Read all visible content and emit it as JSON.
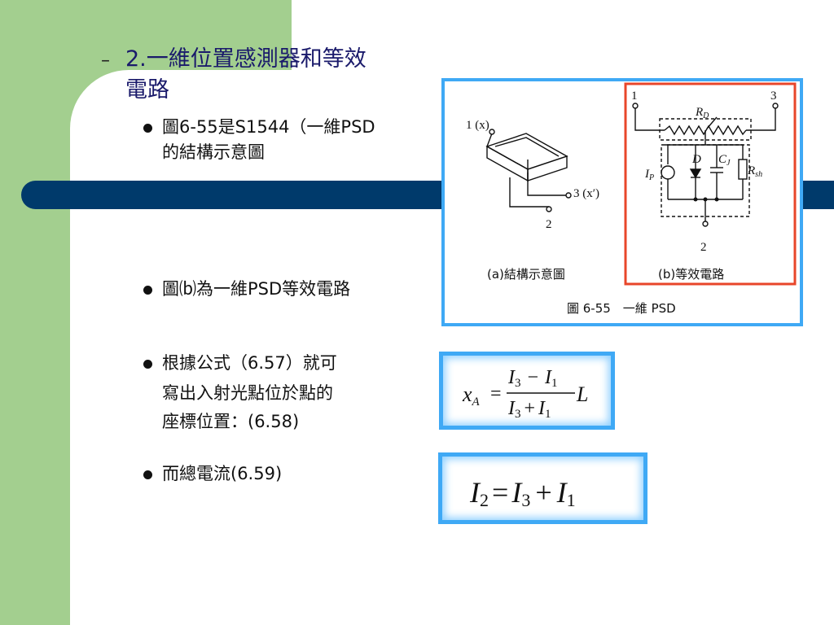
{
  "colors": {
    "green": "#a3cf8f",
    "navy": "#003a6b",
    "heading": "#1a1a6b",
    "frame": "#3fa9f5",
    "red": "#e8462a"
  },
  "heading": {
    "dash": "–",
    "line1": "2.一維位置感測器和等效",
    "line2": "電路"
  },
  "bullets": [
    {
      "line1": "圖6-55是S1544（一維PSD",
      "line2": "的結構示意圖"
    },
    {
      "line1": "圖⒝為一維PSD等效電路"
    },
    {
      "line1": "根據公式（6.57）就可",
      "line2": "寫出入射光點位於點的",
      "line3": "座標位置：(6.58)"
    },
    {
      "line1": "而總電流(6.59)"
    }
  ],
  "figure": {
    "a": {
      "pin1": "1 (x)",
      "pin3": "3 (x′)",
      "pin2": "2",
      "caption": "(a)結構示意圖"
    },
    "b": {
      "pin1": "1",
      "pin3": "3",
      "pin2": "2",
      "rd": "R",
      "rd_sub": "D",
      "d": "D",
      "cj": "C",
      "cj_sub": "J",
      "ip": "I",
      "ip_sub": "P",
      "rsh": "R",
      "rsh_sub": "sh",
      "caption": "(b)等效電路"
    },
    "title": "圖 6-55　一維 PSD"
  },
  "eq1": {
    "lhs": "x",
    "lhs_sub": "A",
    "eq": "=",
    "num_a": "I",
    "num_a_sub": "3",
    "minus": "−",
    "num_b": "I",
    "num_b_sub": "1",
    "den_a": "I",
    "den_a_sub": "3",
    "plus": "+",
    "den_b": "I",
    "den_b_sub": "1",
    "tail": "L"
  },
  "eq2": {
    "lhs": "I",
    "lhs_sub": "2",
    "eq": "=",
    "a": "I",
    "a_sub": "3",
    "plus": "+",
    "b": "I",
    "b_sub": "1"
  }
}
